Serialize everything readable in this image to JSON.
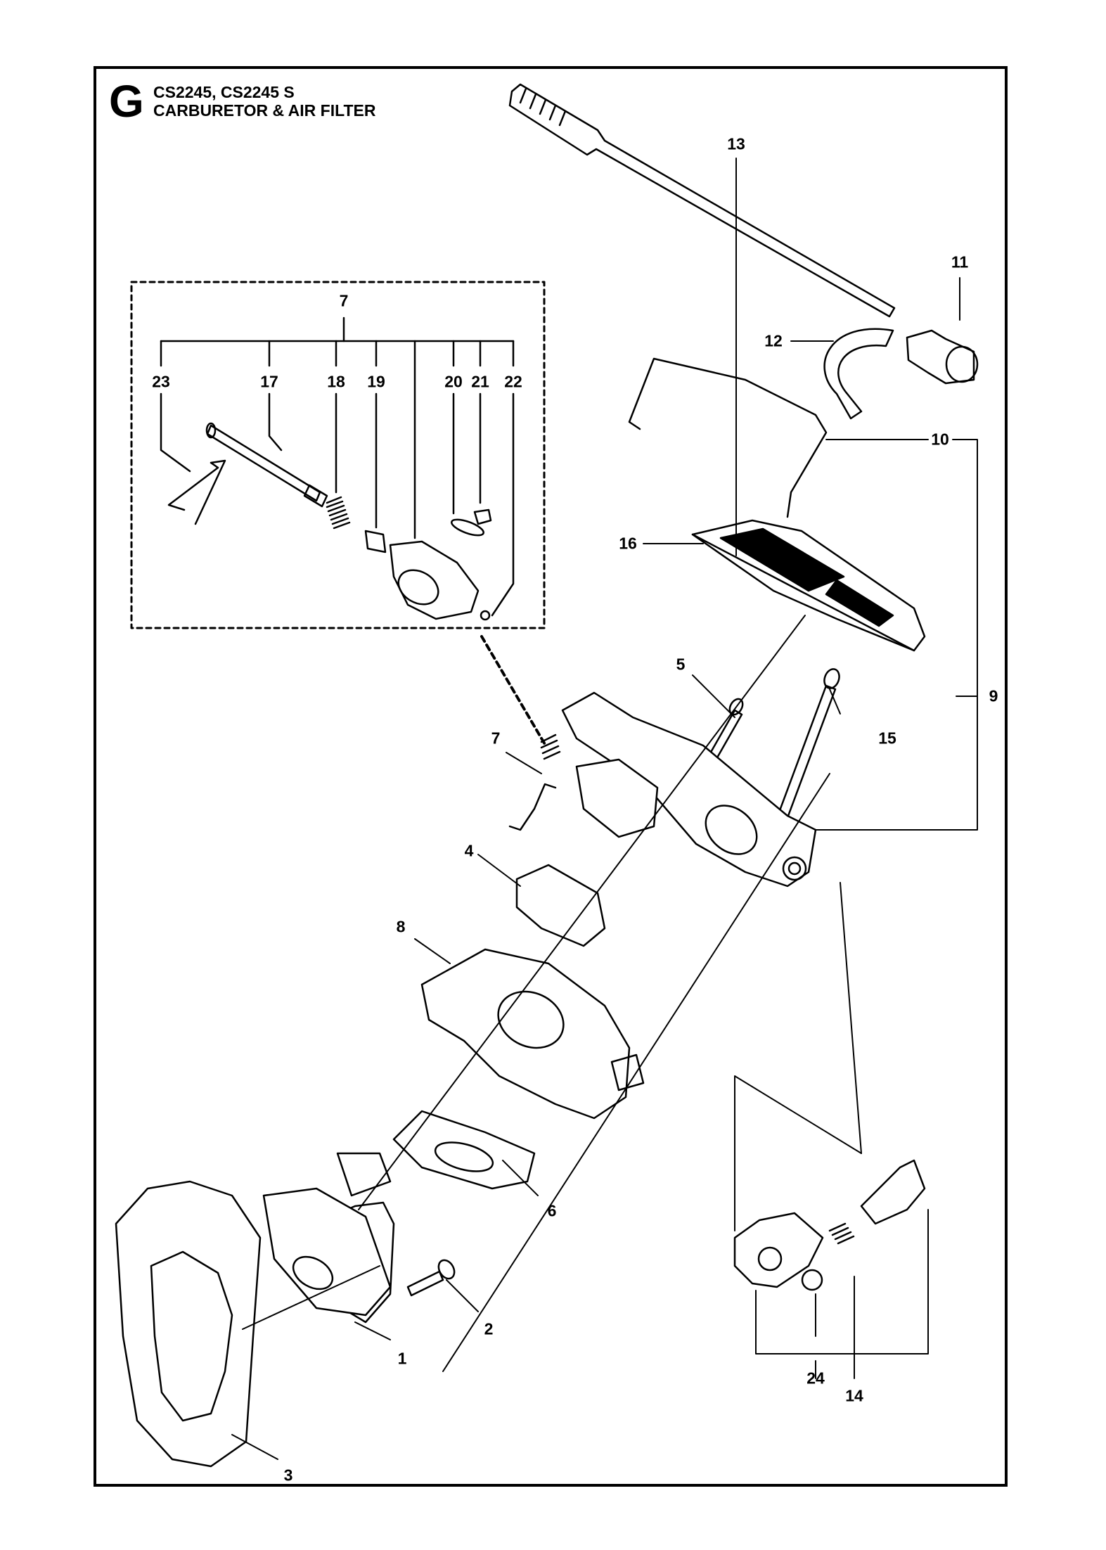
{
  "header": {
    "section_letter": "G",
    "models": "CS2245, CS2245 S",
    "title": "CARBURETOR & AIR FILTER"
  },
  "callouts": {
    "p1": "1",
    "p2": "2",
    "p3": "3",
    "p4": "4",
    "p5": "5",
    "p6": "6",
    "p7_detail": "7",
    "p7_main": "7",
    "p8": "8",
    "p9": "9",
    "p10": "10",
    "p11": "11",
    "p12": "12",
    "p13": "13",
    "p14": "14",
    "p15": "15",
    "p16": "16",
    "p17": "17",
    "p18": "18",
    "p19": "19",
    "p20": "20",
    "p21": "21",
    "p22": "22",
    "p23": "23",
    "p24": "24"
  },
  "colors": {
    "line": "#000000",
    "paper": "#ffffff",
    "shade": "#d9d9d9"
  }
}
